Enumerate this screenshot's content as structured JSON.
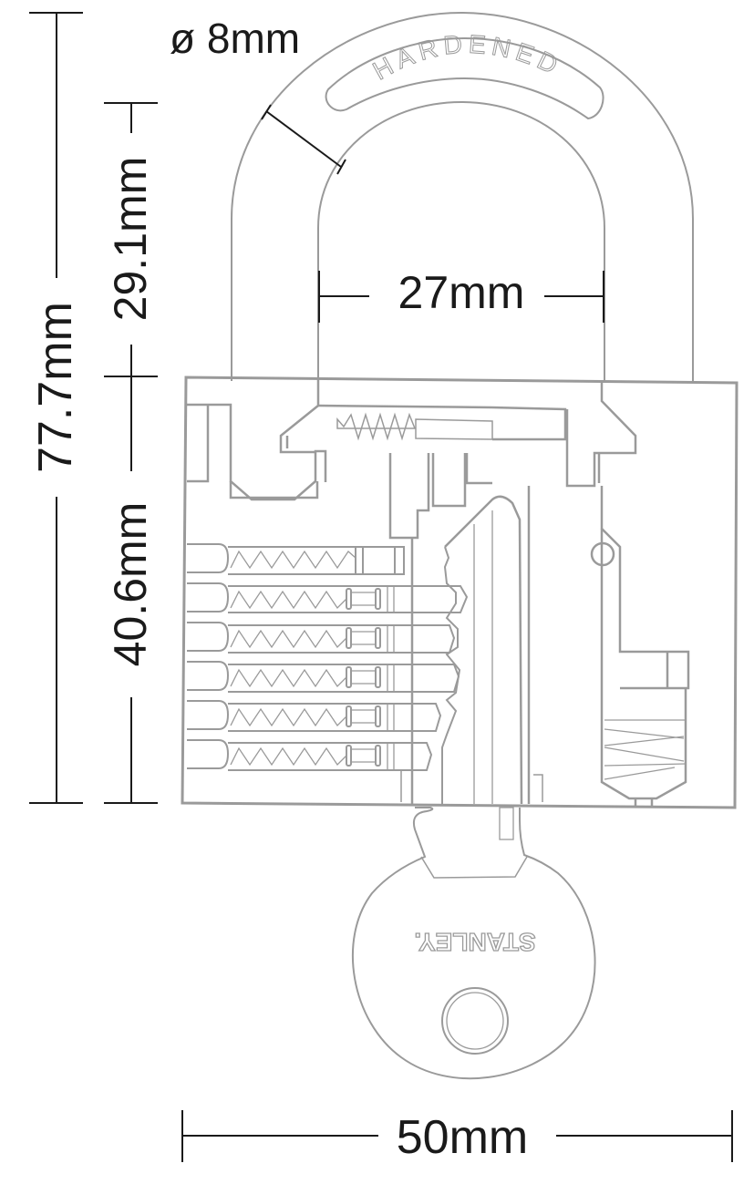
{
  "diagram": {
    "subject": "Stanley padlock cutaway with key — dimension drawing",
    "shackle_embossing": "HARDENED",
    "key_brand": "STANLEY.",
    "colors": {
      "outline": "#9a9a9a",
      "dimension": "#1a1a1a",
      "background": "#ffffff"
    },
    "dimensions": {
      "overall_height": "77.7mm",
      "shackle_diameter": "ø 8mm",
      "shackle_clearance_height": "29.1mm",
      "shackle_inner_width": "27mm",
      "body_height": "40.6mm",
      "body_width": "50mm"
    }
  }
}
